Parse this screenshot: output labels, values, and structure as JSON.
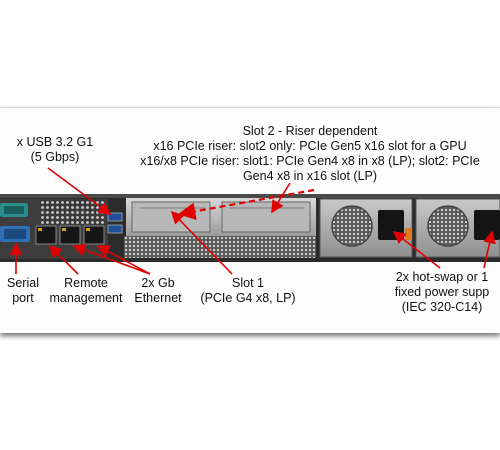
{
  "labels": {
    "usb": [
      "x USB 3.2 G1",
      "(5 Gbps)"
    ],
    "slot2": [
      "Slot 2 - Riser dependent",
      "x16 PCIe riser: slot2 only: PCIe Gen5 x16 slot for a GPU",
      "x16/x8 PCIe riser: slot1: PCIe Gen4 x8 in x8 (LP); slot2: PCIe",
      "Gen4 x8 in x16 slot (LP)"
    ],
    "serial": [
      "Serial",
      "port"
    ],
    "remote": [
      "Remote",
      "management"
    ],
    "ethernet": [
      "2x Gb",
      "Ethernet"
    ],
    "slot1": [
      "Slot 1",
      "(PCIe G4 x8,  LP)"
    ],
    "power": [
      "2x hot-swap or 1",
      "fixed power supp",
      "(IEC 320-C14)"
    ]
  },
  "colors": {
    "callout": "#e00000",
    "chassis": "#2b2b2b",
    "port_blue": "#2f6fb5",
    "vga_teal": "#2a8c8c",
    "psu_latch": "#e0781e"
  }
}
